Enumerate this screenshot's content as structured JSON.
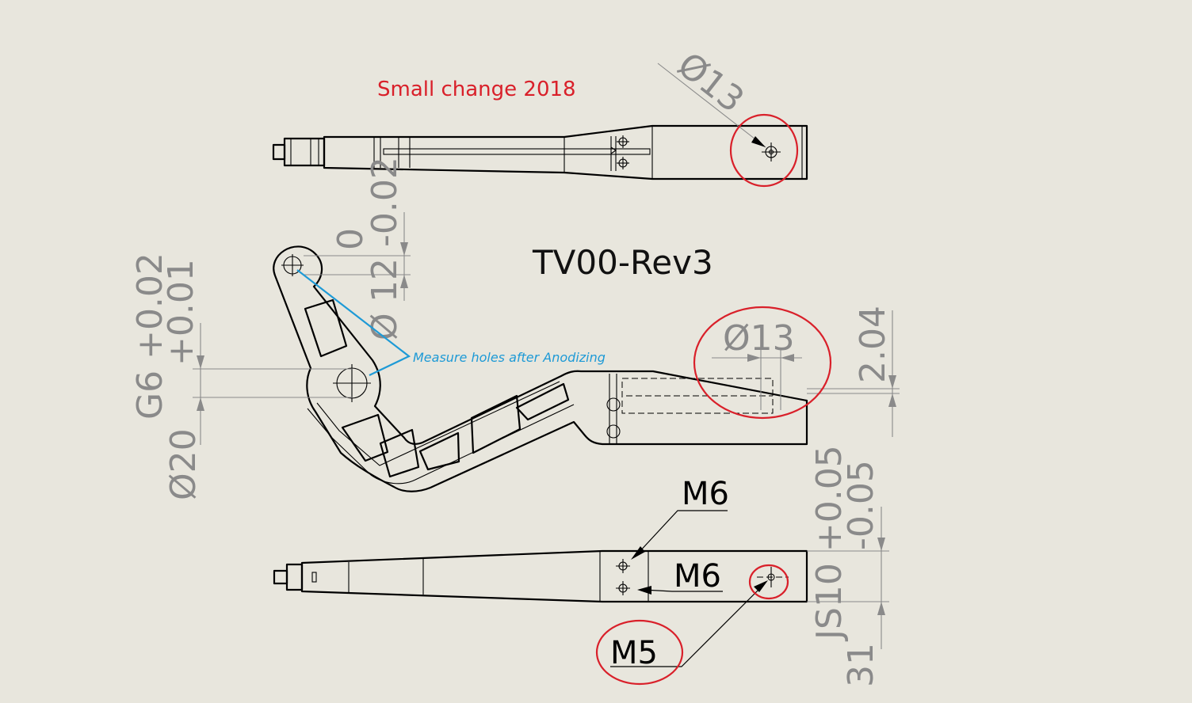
{
  "annotations": {
    "note_change": "Small change 2018",
    "part_name": "TV00-Rev3",
    "measure_note": "Measure holes after Anodizing"
  },
  "dimensions": {
    "top_hole_dia": "Ø13",
    "right_hole_dia": "Ø13",
    "right_offset": "2.04",
    "pivot_upper": "0",
    "pivot_lower": "12 -0.02",
    "pivot_dia": "Ø",
    "left_upper": "G6 +0.02",
    "left_tol2": "+0.01",
    "left_dia": "Ø20",
    "thread_m6_top": "M6",
    "thread_m6_mid": "M6",
    "thread_m5": "M5",
    "width_tol": "JS10 +0.05",
    "width_tol_lower": "-0.05",
    "width_value": "31"
  },
  "colors": {
    "background": "#e8e6dd",
    "red_markup": "#d9202a",
    "blue_markup": "#1e9ad6",
    "dimension_gray": "#8a8a8a",
    "part_line": "#000000"
  }
}
